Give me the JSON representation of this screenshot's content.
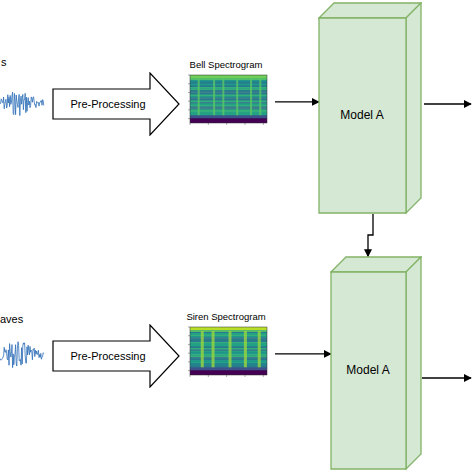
{
  "diagram": {
    "nodes": [
      {
        "text": [
          "Pre-Processing"
        ]
      },
      {
        "text": [
          "Bell Spectrogram"
        ]
      },
      {
        "text": [
          "Model A"
        ]
      },
      {
        "text": [
          "Pre-Processing"
        ]
      },
      {
        "text": [
          "Siren Spectrogram"
        ]
      },
      {
        "text": [
          "Model A"
        ]
      }
    ],
    "edges": [
      {
        "from": 1,
        "to": 2,
        "arrow": "to"
      },
      {
        "from": 2,
        "to": 5,
        "arrow": "to"
      },
      {
        "from": 4,
        "to": 5,
        "arrow": "to"
      }
    ],
    "labels": [
      "s",
      "aves"
    ]
  }
}
